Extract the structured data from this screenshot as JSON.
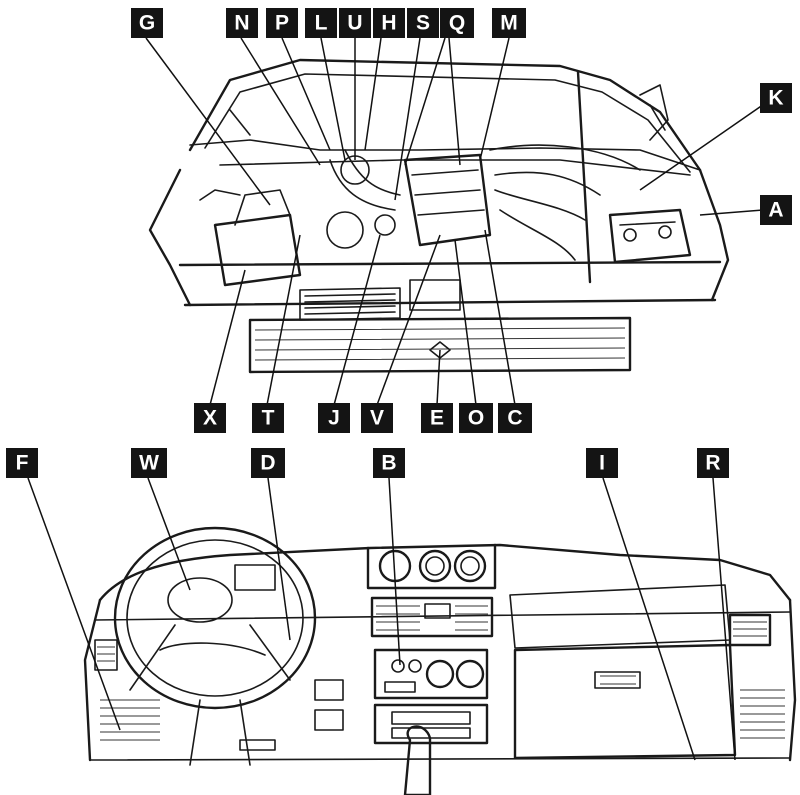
{
  "figure": {
    "engine_bay": {
      "top_labels": [
        "G",
        "N",
        "P",
        "L",
        "U",
        "H",
        "S",
        "Q",
        "M"
      ],
      "right_labels": [
        "K",
        "A"
      ],
      "bottom_labels": [
        "X",
        "T",
        "J",
        "V",
        "E",
        "O",
        "C"
      ]
    },
    "dashboard": {
      "labels": [
        "F",
        "W",
        "D",
        "B",
        "I",
        "R"
      ]
    }
  }
}
